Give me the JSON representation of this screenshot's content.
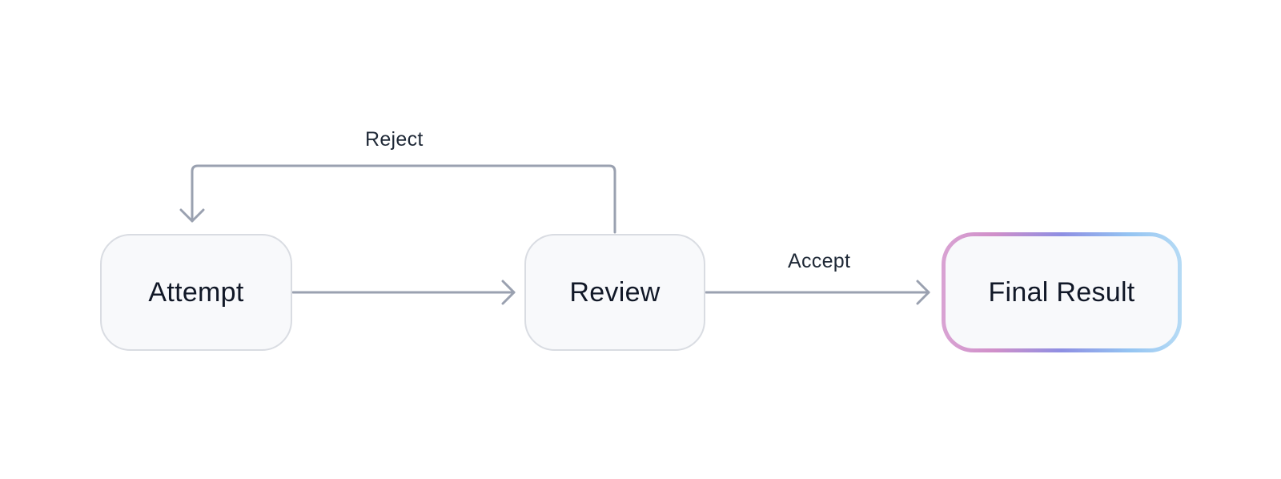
{
  "diagram": {
    "nodes": {
      "attempt": "Attempt",
      "review": "Review",
      "final": "Final Result"
    },
    "edges": {
      "reject": "Reject",
      "accept": "Accept"
    },
    "colors": {
      "node_fill": "#f8f9fb",
      "node_border": "#d9dce2",
      "edge_stroke": "#9aa1b0",
      "text": "#111827",
      "final_gradient": [
        "#d9a3d3",
        "#d08fc9",
        "#8e8fe3",
        "#94c4f2",
        "#b6dbf5"
      ]
    }
  }
}
